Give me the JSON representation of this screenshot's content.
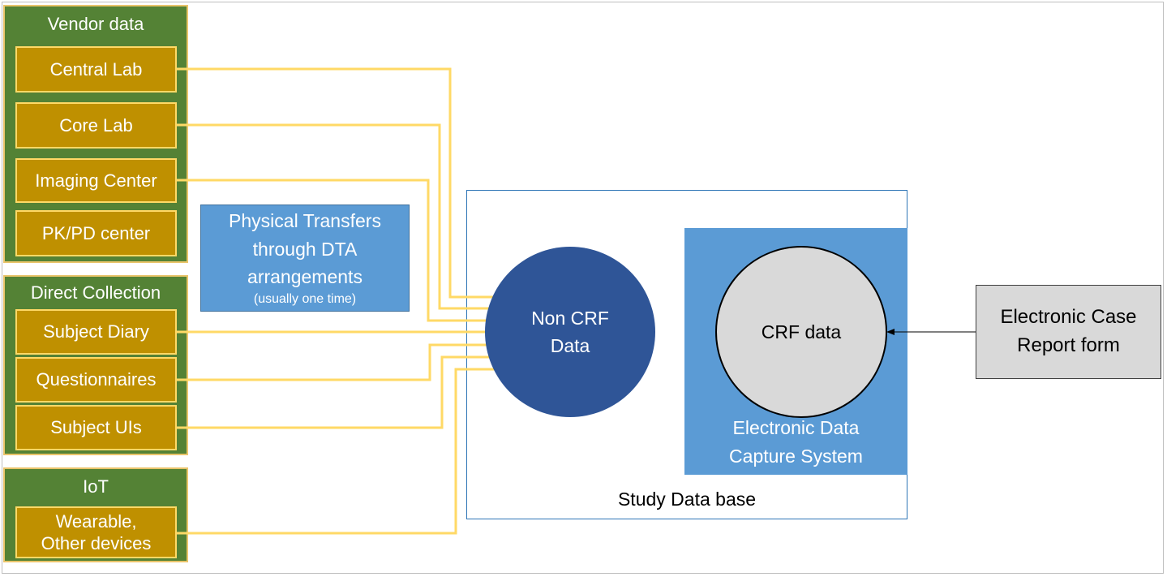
{
  "groups": {
    "vendor": {
      "title": "Vendor data",
      "items": [
        "Central Lab",
        "Core Lab",
        "Imaging Center",
        "PK/PD center"
      ]
    },
    "direct": {
      "title": "Direct Collection",
      "items": [
        "Subject Diary",
        "Questionnaires",
        "Subject UIs"
      ]
    },
    "iot": {
      "title": "IoT",
      "items": [
        "Wearable,",
        "Other devices"
      ]
    }
  },
  "dta": {
    "line1": "Physical Transfers",
    "line2": "through DTA",
    "line3": "arrangements",
    "note": "(usually one time)"
  },
  "non_crf": {
    "line1": "Non CRF",
    "line2": "Data"
  },
  "crf": {
    "label": "CRF data"
  },
  "edc": {
    "line1": "Electronic Data",
    "line2": "Capture System"
  },
  "study_db": {
    "label": "Study Data base"
  },
  "ecrf": {
    "line1": "Electronic Case",
    "line2": "Report form"
  },
  "colors": {
    "group_bg": "#548235",
    "item_bg": "#bf9000",
    "connector": "#ffd966",
    "dta_bg": "#5b9bd5",
    "non_crf_bg": "#2f5597",
    "crf_bg": "#d9d9d9",
    "study_db_border": "#2e75b6"
  }
}
